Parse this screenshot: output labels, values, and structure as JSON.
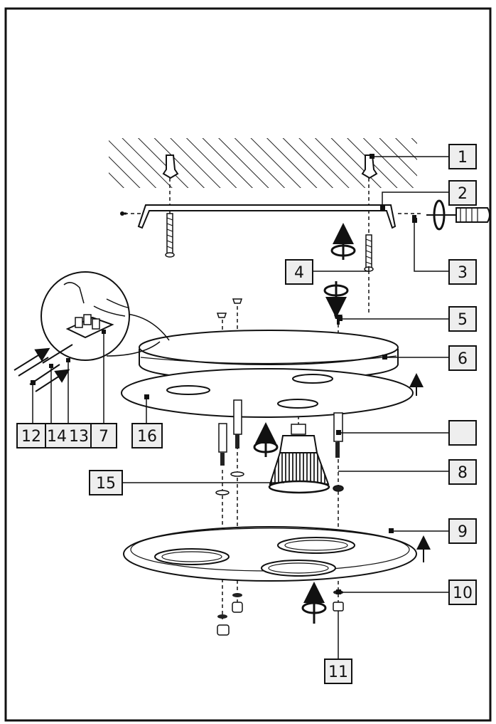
{
  "labels": {
    "l1": "1",
    "l2": "2",
    "l3": "3",
    "l4": "4",
    "l5": "5",
    "l6": "6",
    "l7": "7",
    "l8": "8",
    "l9": "9",
    "l10": "10",
    "l11": "11",
    "l12": "12",
    "l13": "13",
    "l14": "14",
    "l15": "15",
    "l16": "16",
    "l17": ""
  },
  "colors": {
    "ink": "#111111",
    "label_fill": "#eeeeee",
    "paper": "#ffffff"
  }
}
